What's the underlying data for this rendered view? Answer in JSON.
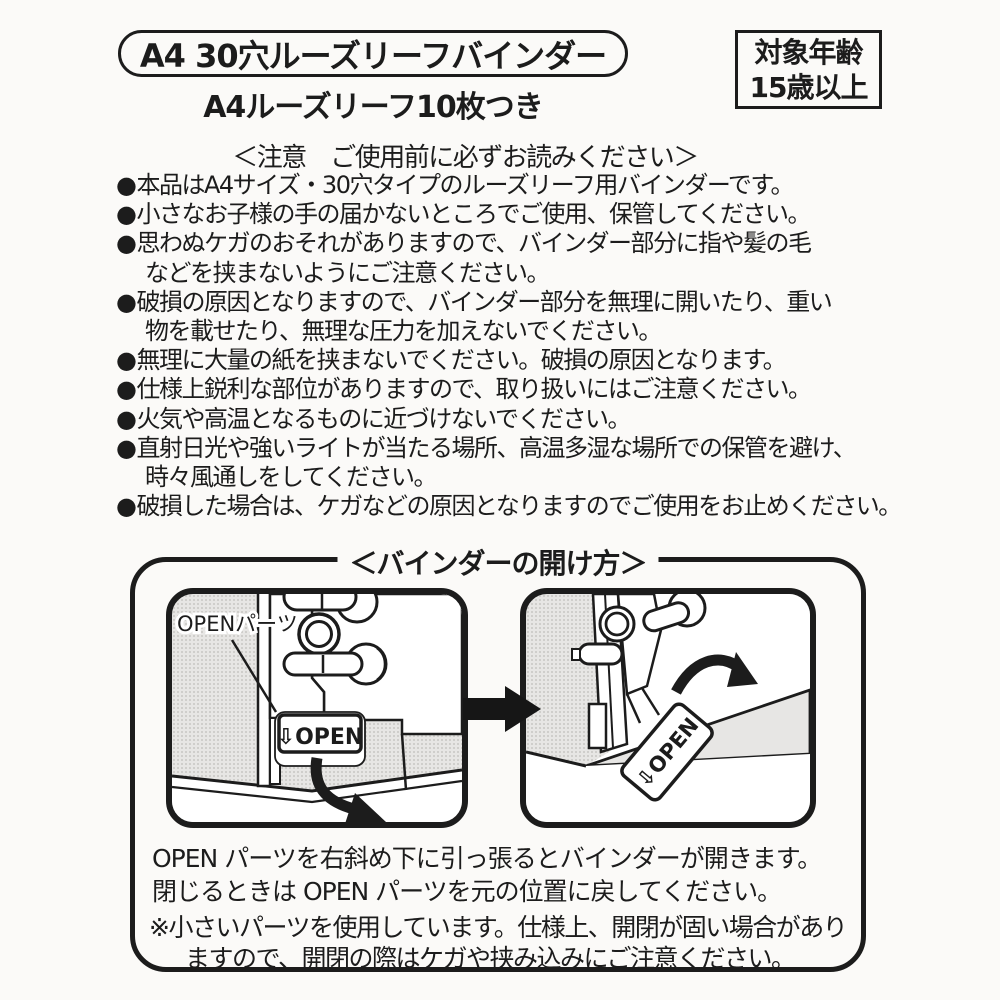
{
  "colors": {
    "ink": "#1c1c1c",
    "paper": "#fbfaf8",
    "panel_gray": "#e7e6e4"
  },
  "header": {
    "product_title": "A4 30穴ルーズリーフバインダー",
    "subtitle": "A4ルーズリーフ10枚つき",
    "age_line1": "対象年齢",
    "age_line2": "15歳以上"
  },
  "notice": {
    "bullet": "●",
    "header": "＜注意　ご使用前に必ずお読みください＞",
    "items": [
      {
        "l1": "本品はA4サイズ・30穴タイプのルーズリーフ用バインダーです。"
      },
      {
        "l1": "小さなお子様の手の届かないところでご使用、保管してください。"
      },
      {
        "l1": "思わぬケガのおそれがありますので、バインダー部分に指や髪の毛",
        "l2": "などを挟まないようにご注意ください。"
      },
      {
        "l1": "破損の原因となりますので、バインダー部分を無理に開いたり、重い",
        "l2": "物を載せたり、無理な圧力を加えないでください。"
      },
      {
        "l1": "無理に大量の紙を挟まないでください。破損の原因となります。"
      },
      {
        "l1": "仕様上鋭利な部位がありますので、取り扱いにはご注意ください。"
      },
      {
        "l1": "火気や高温となるものに近づけないでください。"
      },
      {
        "l1": "直射日光や強いライトが当たる場所、高温多湿な場所での保管を避け、",
        "l2": "時々風通しをしてください。"
      },
      {
        "l1": "破損した場合は、ケガなどの原因となりますのでご使用をお止めください。"
      }
    ]
  },
  "how_to_open": {
    "title": "＜バインダーの開け方＞",
    "open_parts_label": "OPENパーツ",
    "open_tab_text": "⇩OPEN",
    "instruction_line1": "OPEN パーツを右斜め下に引っ張るとバインダーが開きます。",
    "instruction_line2": "閉じるときは OPEN パーツを元の位置に戻してください。",
    "note_line1": "※小さいパーツを使用しています。仕様上、開閉が固い場合があり",
    "note_line2": "ますので、開閉の際はケガや挟み込みにご注意ください。"
  }
}
